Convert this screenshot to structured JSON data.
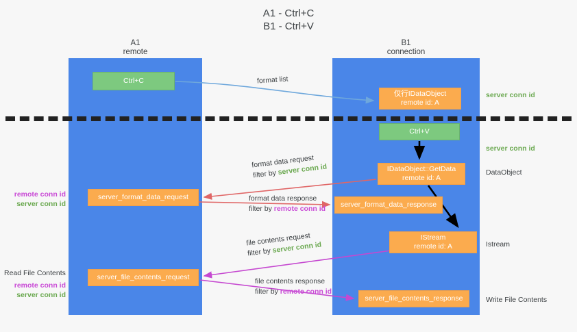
{
  "title": {
    "line1": "A1 - Ctrl+C",
    "line2": "B1 - Ctrl+V"
  },
  "lanes": [
    {
      "id": "A1",
      "name": "A1",
      "sub": "remote",
      "color": "#4a86e8"
    },
    {
      "id": "B1",
      "name": "B1",
      "sub": "connection",
      "color": "#4a86e8"
    }
  ],
  "colors": {
    "lane": "#4a86e8",
    "green_node": "#7dc97f",
    "orange_node": "#fbab4e",
    "server_conn_id": "#6aa84f",
    "remote_conn_id": "#c94bd6",
    "divider": "#222222",
    "wire_blue": "#6fa8dc",
    "wire_red": "#e06666",
    "wire_magenta": "#c548d0",
    "wire_black": "#000000",
    "background": "#f7f7f7"
  },
  "nodes": {
    "ctrl_c": {
      "line1": "Ctrl+C",
      "line2": ""
    },
    "idataobject": {
      "line1": "仅行IDataObject",
      "line2": "remote id: A"
    },
    "ctrl_v": {
      "line1": "Ctrl+V",
      "line2": ""
    },
    "getdata": {
      "line1": "IDataObject::GetData",
      "line2": "remote id: A"
    },
    "istream": {
      "line1": "IStream",
      "line2": "remote id: A"
    },
    "server_format_data_request": {
      "line1": "server_format_data_request",
      "line2": ""
    },
    "server_format_data_response": {
      "line1": "server_format_data_response",
      "line2": ""
    },
    "server_file_contents_request": {
      "line1": "server_file_contents_request",
      "line2": ""
    },
    "server_file_contents_response": {
      "line1": "server_file_contents_response",
      "line2": ""
    }
  },
  "edge_notes": {
    "format_list": {
      "line1": "format list",
      "line2": ""
    },
    "format_data_request": {
      "line1": "format data request",
      "filter_prefix": "filter by ",
      "filter_key": "server conn id"
    },
    "format_data_response": {
      "line1": "format data response",
      "filter_prefix": "filter by ",
      "filter_key": "remote conn id"
    },
    "file_contents_request": {
      "line1": "file contents request",
      "filter_prefix": "filter by ",
      "filter_key": "server conn id"
    },
    "file_contents_response": {
      "line1": "file contents response",
      "filter_prefix": "filter by ",
      "filter_key": "remote conn id"
    }
  },
  "side_labels": {
    "server_conn_id_top": "server conn id",
    "server_conn_id_second": "server conn id",
    "dataobject": "DataObject",
    "istream": "Istream",
    "write_file_contents": "Write File Contents",
    "read_file_contents": "Read File Contents",
    "remote_conn_id": "remote conn id",
    "server_conn_id": "server conn id"
  }
}
